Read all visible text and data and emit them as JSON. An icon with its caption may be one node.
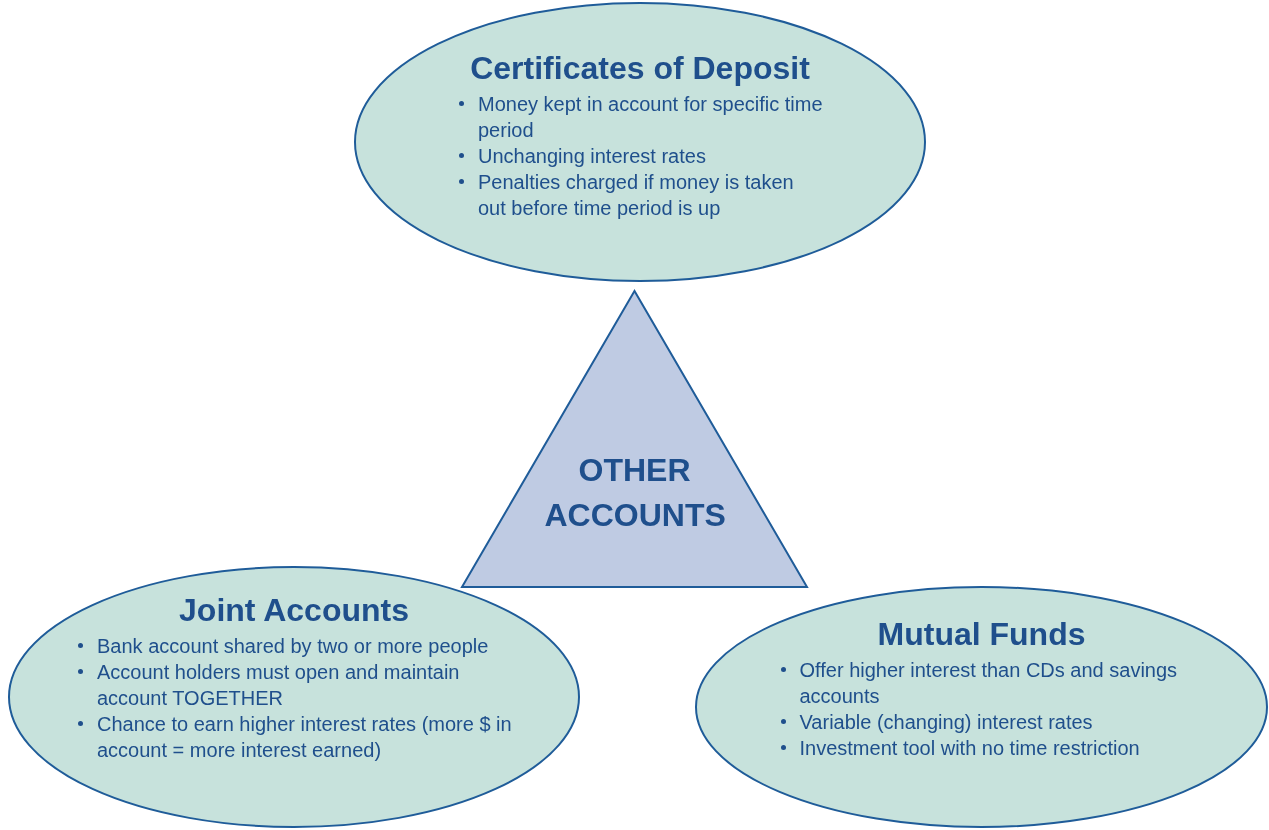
{
  "diagram": {
    "nodes": [
      {
        "text": [
          "Certificates of Deposit",
          "Money kept in account for specific time period",
          "Unchanging interest rates",
          "Penalties charged if money is taken out before time period is up"
        ]
      },
      {
        "text": [
          "OTHER ACCOUNTS"
        ]
      },
      {
        "text": [
          "Joint Accounts",
          "Bank account shared by two or more people",
          "Account holders must open and maintain account TOGETHER",
          "Chance to earn higher interest rates (more $ in account = more interest earned)"
        ]
      },
      {
        "text": [
          "Mutual Funds",
          "Offer higher interest than CDs and savings accounts",
          "Variable (changing) interest rates",
          "Investment tool with no time restriction"
        ]
      }
    ]
  }
}
